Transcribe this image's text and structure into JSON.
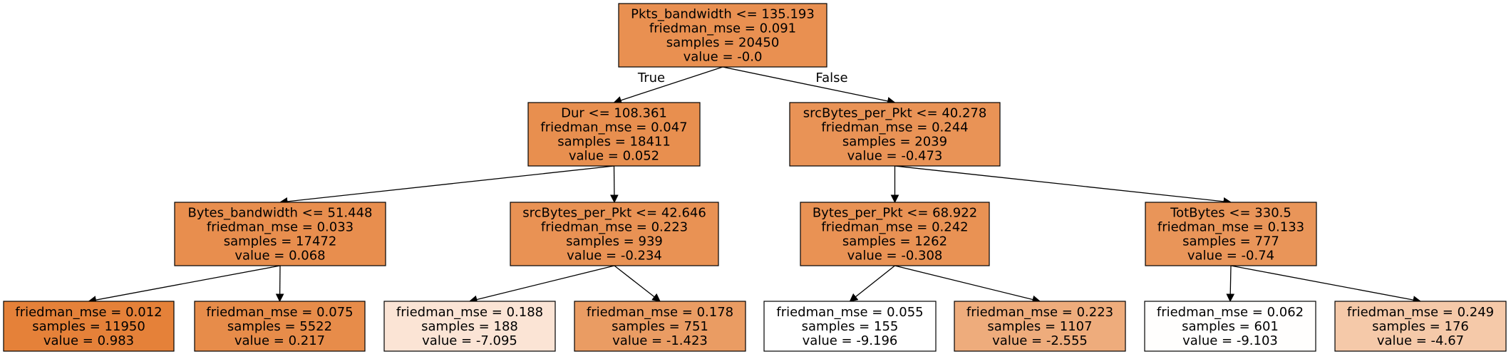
{
  "nodes": [
    {
      "id": "n0",
      "lines": [
        "Pkts_bandwidth <= 135.193",
        "friedman_mse = 0.091",
        "samples = 20450",
        "value = -0.0"
      ],
      "fill": "#e99051"
    },
    {
      "id": "n1",
      "lines": [
        "Dur <= 108.361",
        "friedman_mse = 0.047",
        "samples = 18411",
        "value = 0.052"
      ],
      "fill": "#e88f4f"
    },
    {
      "id": "n2",
      "lines": [
        "srcBytes_per_Pkt <= 40.278",
        "friedman_mse = 0.244",
        "samples = 2039",
        "value = -0.473"
      ],
      "fill": "#e99356"
    },
    {
      "id": "n3",
      "lines": [
        "Bytes_bandwidth <= 51.448",
        "friedman_mse = 0.033",
        "samples = 17472",
        "value = 0.068"
      ],
      "fill": "#e88e4e"
    },
    {
      "id": "n4",
      "lines": [
        "srcBytes_per_Pkt <= 42.646",
        "friedman_mse = 0.223",
        "samples = 939",
        "value = -0.234"
      ],
      "fill": "#e99254"
    },
    {
      "id": "n5",
      "lines": [
        "Bytes_per_Pkt <= 68.922",
        "friedman_mse = 0.242",
        "samples = 1262",
        "value = -0.308"
      ],
      "fill": "#e99254"
    },
    {
      "id": "n6",
      "lines": [
        "TotBytes <= 330.5",
        "friedman_mse = 0.133",
        "samples = 777",
        "value = -0.74"
      ],
      "fill": "#e99559"
    },
    {
      "id": "n7",
      "lines": [
        "friedman_mse = 0.012",
        "samples = 11950",
        "value = 0.983"
      ],
      "fill": "#e58139"
    },
    {
      "id": "n8",
      "lines": [
        "friedman_mse = 0.075",
        "samples = 5522",
        "value = 0.217"
      ],
      "fill": "#e78c4a"
    },
    {
      "id": "n9",
      "lines": [
        "friedman_mse = 0.188",
        "samples = 188",
        "value = -7.095"
      ],
      "fill": "#fbe4d5"
    },
    {
      "id": "n10",
      "lines": [
        "friedman_mse = 0.178",
        "samples = 751",
        "value = -1.423"
      ],
      "fill": "#ea9c63"
    },
    {
      "id": "n11",
      "lines": [
        "friedman_mse = 0.055",
        "samples = 155",
        "value = -9.196"
      ],
      "fill": "#ffffff"
    },
    {
      "id": "n12",
      "lines": [
        "friedman_mse = 0.223",
        "samples = 1107",
        "value = -2.555"
      ],
      "fill": "#eeac7c"
    },
    {
      "id": "n13",
      "lines": [
        "friedman_mse = 0.062",
        "samples = 601",
        "value = -9.103"
      ],
      "fill": "#fffefd"
    },
    {
      "id": "n14",
      "lines": [
        "friedman_mse = 0.249",
        "samples = 176",
        "value = -4.67"
      ],
      "fill": "#f5c9a9"
    }
  ],
  "edges": [
    {
      "from": "n0",
      "to": "n1",
      "label": "True"
    },
    {
      "from": "n0",
      "to": "n2",
      "label": "False"
    },
    {
      "from": "n1",
      "to": "n3",
      "label": ""
    },
    {
      "from": "n1",
      "to": "n4",
      "label": ""
    },
    {
      "from": "n2",
      "to": "n5",
      "label": ""
    },
    {
      "from": "n2",
      "to": "n6",
      "label": ""
    },
    {
      "from": "n3",
      "to": "n7",
      "label": ""
    },
    {
      "from": "n3",
      "to": "n8",
      "label": ""
    },
    {
      "from": "n4",
      "to": "n9",
      "label": ""
    },
    {
      "from": "n4",
      "to": "n10",
      "label": ""
    },
    {
      "from": "n5",
      "to": "n11",
      "label": ""
    },
    {
      "from": "n5",
      "to": "n12",
      "label": ""
    },
    {
      "from": "n6",
      "to": "n13",
      "label": ""
    },
    {
      "from": "n6",
      "to": "n14",
      "label": ""
    }
  ]
}
